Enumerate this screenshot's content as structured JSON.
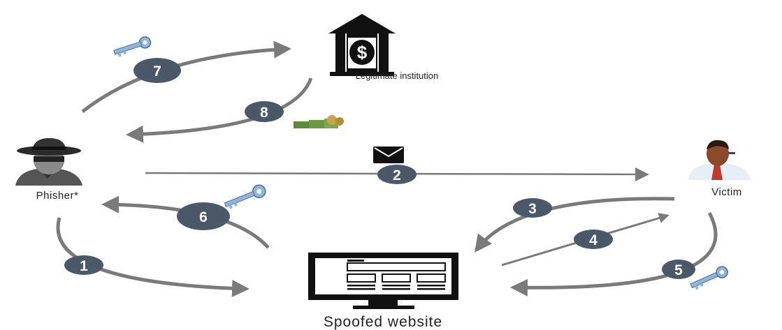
{
  "labels": {
    "institution": "Legitimate institution",
    "phisher": "Phisher*",
    "victim": "Victim",
    "website": "Spoofed website"
  },
  "steps": [
    "1",
    "2",
    "3",
    "4",
    "5",
    "6",
    "7",
    "8"
  ],
  "icons": {
    "institution": "bank-icon",
    "phisher": "phisher-avatar-icon",
    "victim": "victim-avatar-icon",
    "website": "monitor-icon",
    "email": "envelope-icon",
    "credential": "key-icon",
    "money": "money-icon"
  },
  "colors": {
    "arrow": "#7a7a7a",
    "badge": "#4a5867",
    "key": "#8fb6dd",
    "ink": "#111111"
  }
}
